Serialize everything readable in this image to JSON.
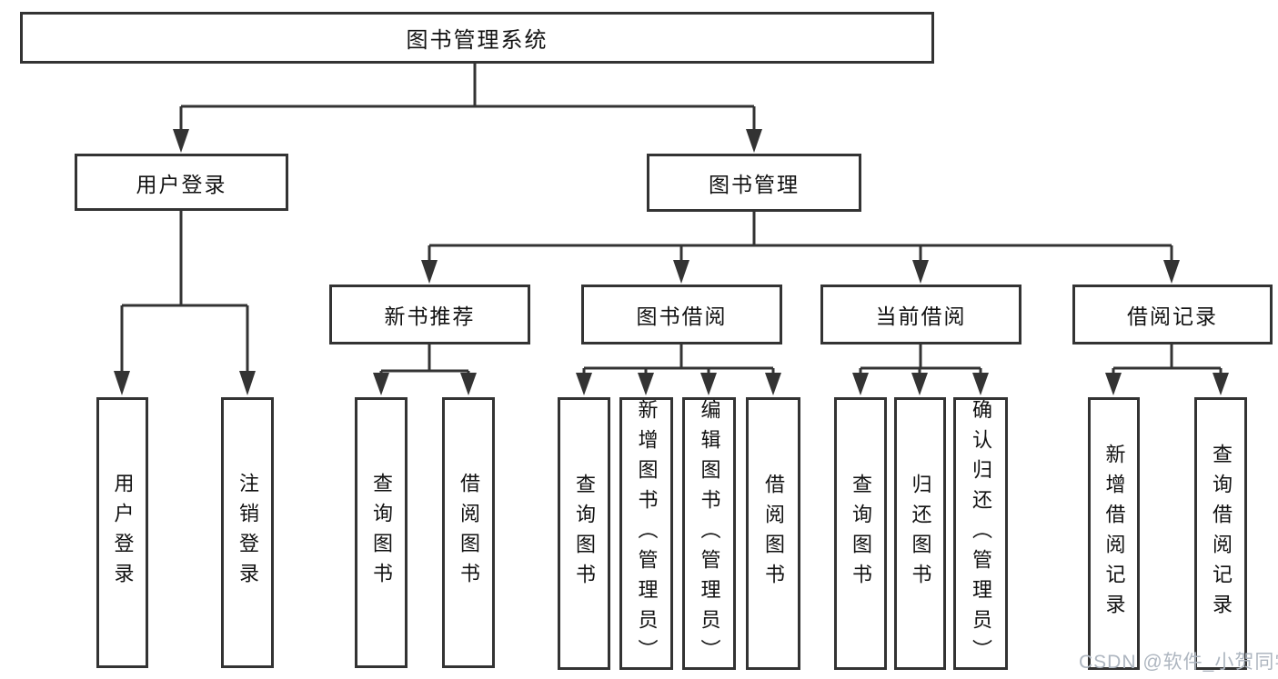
{
  "diagram_title": "图书管理系统",
  "tree": {
    "root": {
      "label": "图书管理系统"
    },
    "branches": [
      {
        "label": "用户登录",
        "children": [
          {
            "label": "用户登录"
          },
          {
            "label": "注销登录"
          }
        ]
      },
      {
        "label": "图书管理",
        "children": [
          {
            "label": "新书推荐",
            "children": [
              {
                "label": "查询图书"
              },
              {
                "label": "借阅图书"
              }
            ]
          },
          {
            "label": "图书借阅",
            "children": [
              {
                "label": "查询图书"
              },
              {
                "label": "新增图书（管理员）"
              },
              {
                "label": "编辑图书（管理员）"
              },
              {
                "label": "借阅图书"
              }
            ]
          },
          {
            "label": "当前借阅",
            "children": [
              {
                "label": "查询图书"
              },
              {
                "label": "归还图书"
              },
              {
                "label": "确认归还（管理员）"
              }
            ]
          },
          {
            "label": "借阅记录",
            "children": [
              {
                "label": "新增借阅记录"
              },
              {
                "label": "查询借阅记录"
              }
            ]
          }
        ]
      }
    ]
  },
  "watermark": {
    "text": "CSDN @软件_小贺同学"
  },
  "colors": {
    "line": "#333333",
    "box_border": "#333333",
    "text": "#111111",
    "background": "#ffffff",
    "watermark": "#aeb6c0"
  }
}
